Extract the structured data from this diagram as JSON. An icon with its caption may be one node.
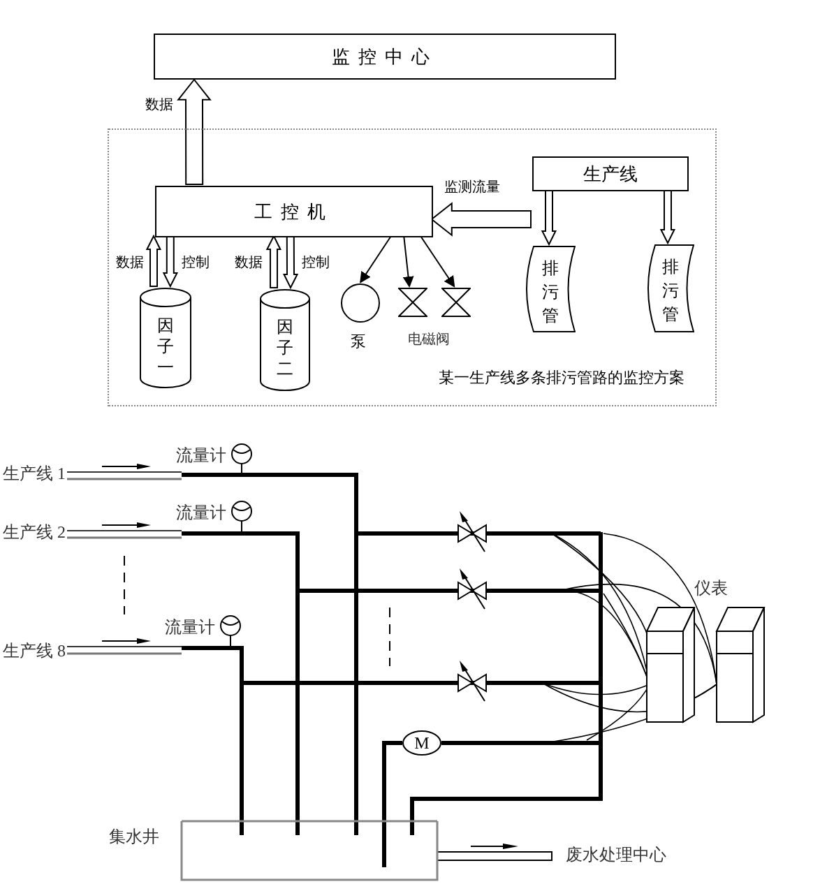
{
  "diagram": {
    "nodes": [
      {
        "text": [
          "监控中心"
        ]
      },
      {
        "text": [
          "某一生产线多条排污管路的监控方案"
        ]
      },
      {
        "text": [
          "工控机"
        ],
        "in": 1
      },
      {
        "text": [
          "生产线"
        ],
        "in": 1
      },
      {
        "text": [
          "因子一"
        ],
        "in": 1
      },
      {
        "text": [
          "因子二"
        ],
        "in": 1
      },
      {
        "text": [],
        "shape": "circle",
        "in": 1,
        "beside": [
          "泵"
        ]
      },
      {
        "text": [],
        "shape": "valve",
        "in": 1
      },
      {
        "text": [],
        "shape": "valve",
        "in": 1
      },
      {
        "text": [
          "排污管"
        ],
        "in": 1
      },
      {
        "text": [
          "排污管"
        ],
        "in": 1
      }
    ],
    "edges": [
      {
        "from": 2,
        "to": 0,
        "arrow": "to",
        "label": "数据",
        "style": "thick"
      },
      {
        "from": 4,
        "to": 2,
        "arrow": "to",
        "label": "数据"
      },
      {
        "from": 2,
        "to": 4,
        "arrow": "to",
        "label": "控制"
      },
      {
        "from": 5,
        "to": 2,
        "arrow": "to",
        "label": "数据"
      },
      {
        "from": 2,
        "to": 5,
        "arrow": "to",
        "label": "控制"
      },
      {
        "from": 2,
        "to": 6,
        "arrow": "to"
      },
      {
        "from": 2,
        "to": 7,
        "arrow": "to"
      },
      {
        "from": 2,
        "to": 8,
        "arrow": "to"
      },
      {
        "from": 3,
        "to": 2,
        "arrow": "to",
        "label": "监测流量",
        "style": "thick"
      },
      {
        "from": 3,
        "to": 9,
        "arrow": "to"
      },
      {
        "from": 3,
        "to": 10,
        "arrow": "to"
      }
    ],
    "labels": [
      "电磁阀",
      "流量计",
      "生产线 1",
      "流量计",
      "生产线 2",
      "仪表",
      "流量计",
      "生产线 8",
      "M",
      "集水井",
      "废水处理中心"
    ]
  }
}
